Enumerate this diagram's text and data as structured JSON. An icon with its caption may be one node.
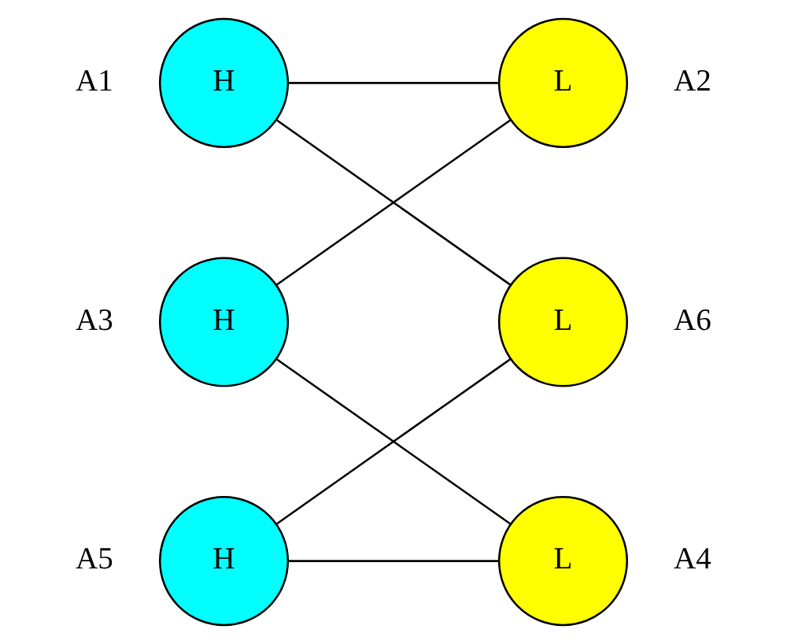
{
  "diagram": {
    "nodes": [
      {
        "text": [
          "H"
        ],
        "beside": [
          "A1"
        ]
      },
      {
        "text": [
          "L"
        ],
        "beside": [
          "A2"
        ]
      },
      {
        "text": [
          "H"
        ],
        "beside": [
          "A3"
        ]
      },
      {
        "text": [
          "L"
        ],
        "beside": [
          "A6"
        ]
      },
      {
        "text": [
          "H"
        ],
        "beside": [
          "A5"
        ]
      },
      {
        "text": [
          "L"
        ],
        "beside": [
          "A4"
        ]
      }
    ],
    "edges": [
      {
        "from": 0,
        "to": 1,
        "arrow": "none"
      },
      {
        "from": 0,
        "to": 3,
        "arrow": "none"
      },
      {
        "from": 2,
        "to": 1,
        "arrow": "none"
      },
      {
        "from": 2,
        "to": 5,
        "arrow": "none"
      },
      {
        "from": 4,
        "to": 3,
        "arrow": "none"
      },
      {
        "from": 4,
        "to": 5,
        "arrow": "none"
      }
    ]
  }
}
